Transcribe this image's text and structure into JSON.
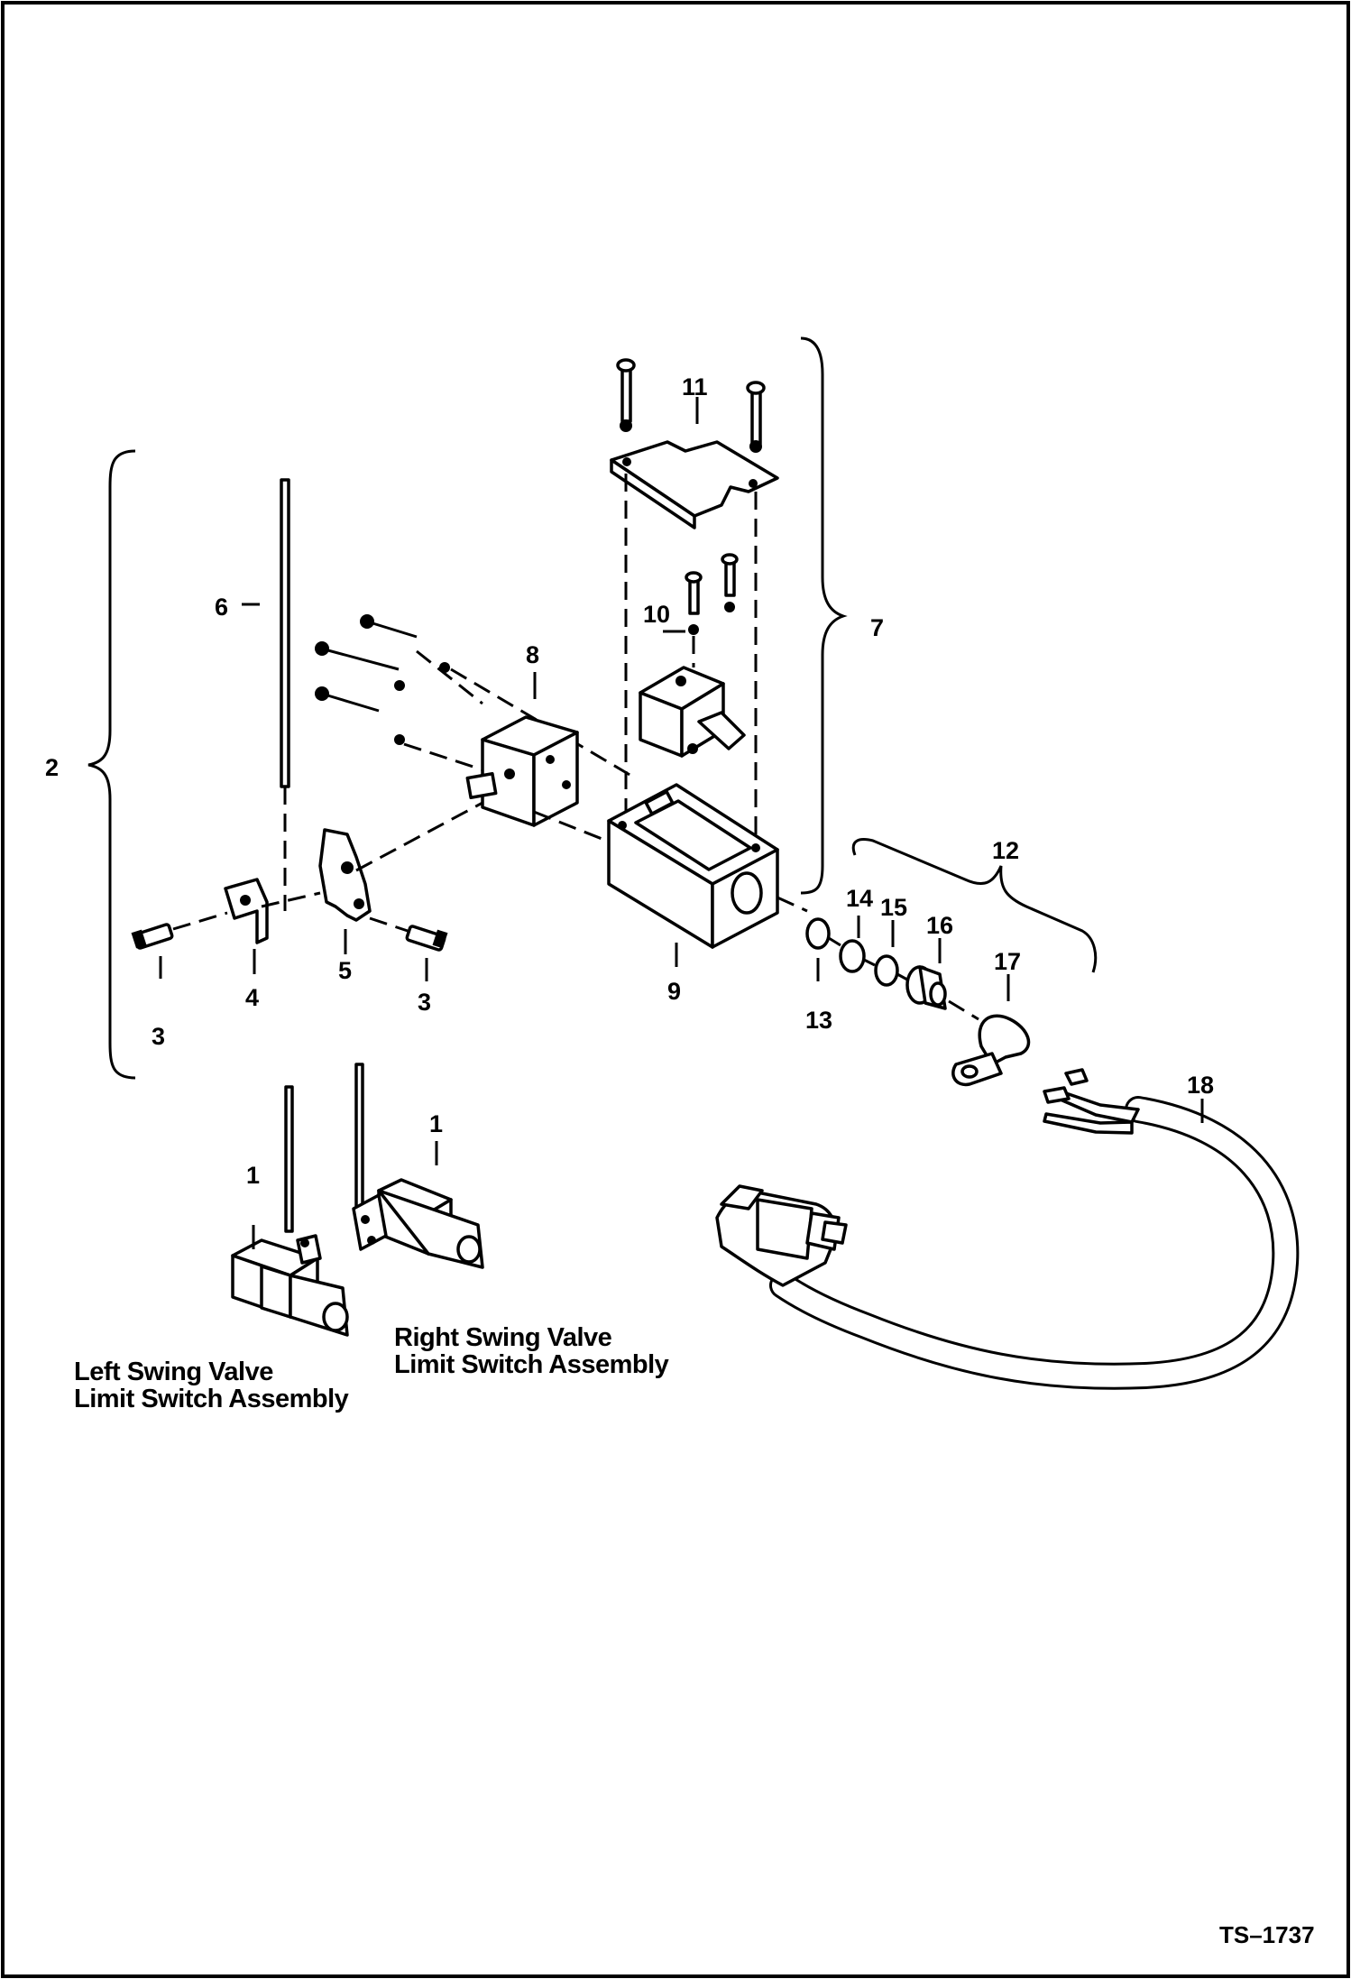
{
  "diagram": {
    "code": "TS–1737",
    "captions": {
      "left_assembly": [
        "Left Swing Valve",
        "Limit Switch Assembly"
      ],
      "right_assembly": [
        "Right Swing Valve",
        "Limit Switch Assembly"
      ]
    },
    "callouts": {
      "c1a": "1",
      "c1b": "1",
      "c2": "2",
      "c3a": "3",
      "c3b": "3",
      "c4": "4",
      "c5": "5",
      "c6": "6",
      "c7": "7",
      "c8": "8",
      "c9": "9",
      "c10": "10",
      "c11": "11",
      "c12": "12",
      "c13": "13",
      "c14": "14",
      "c15": "15",
      "c16": "16",
      "c17": "17",
      "c18": "18"
    }
  }
}
